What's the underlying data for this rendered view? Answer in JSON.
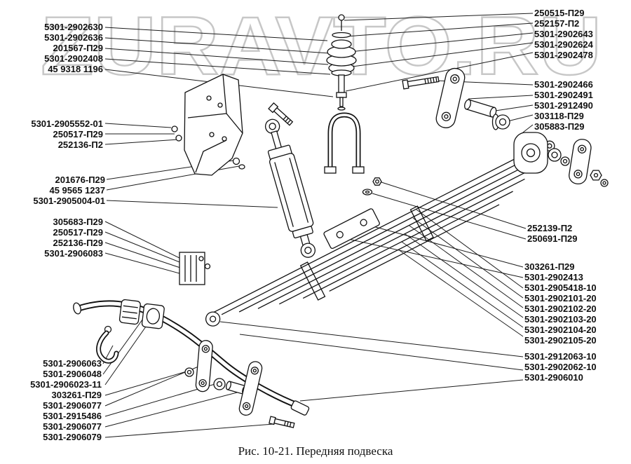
{
  "watermark": {
    "text": "ZURAVTO.RU"
  },
  "caption": "Рис. 10-21. Передняя подвеска",
  "label_groups": {
    "left_top": [
      "5301-2902630",
      "5301-2902636",
      "201567-П29",
      "5301-2902408",
      "45 9318 1196"
    ],
    "left_bracket": [
      "5301-2905552-01",
      "250517-П29",
      "252136-П2"
    ],
    "left_shock": [
      "201676-П29",
      "45 9565 1237",
      "5301-2905004-01"
    ],
    "left_stabilizer": [
      "305683-П29",
      "250517-П29",
      "252136-П29",
      "5301-2906083"
    ],
    "left_bottom": [
      "5301-2906063",
      "5301-2906048",
      "5301-2906023-11",
      "303261-П29",
      "5301-2906077",
      "5301-2915486",
      "5301-2906077",
      "5301-2906079"
    ],
    "right_top": [
      "250515-П29",
      "252157-П2",
      "5301-2902643",
      "5301-2902624",
      "5301-2902478"
    ],
    "right_shackle": [
      "5301-2902466",
      "5301-2902491",
      "5301-2912490",
      "303118-П29",
      "305883-П29"
    ],
    "right_mid": [
      "252139-П2",
      "250691-П29"
    ],
    "right_spring": [
      "303261-П29",
      "5301-2902413",
      "5301-2905418-10",
      "5301-2902101-20",
      "5301-2902102-20",
      "5301-2902103-20",
      "5301-2902104-20",
      "5301-2902105-20"
    ],
    "right_bottom": [
      "5301-2912063-10",
      "5301-2902062-10",
      "5301-2906010"
    ]
  }
}
